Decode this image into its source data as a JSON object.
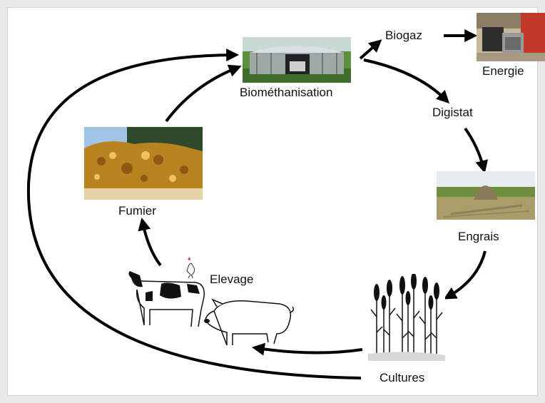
{
  "diagram": {
    "nodes": {
      "biomethanisation": "Biométhanisation",
      "biogaz": "Biogaz",
      "energie": "Energie",
      "digistat": "Digistat",
      "engrais": "Engrais",
      "cultures": "Cultures",
      "elevage": "Elevage",
      "fumier": "Fumier"
    },
    "pictures": {
      "biomethanisation": "biogas-digester-photo",
      "energie": "generator-equipment-photo",
      "engrais": "fertilizer-field-photo",
      "cultures": "crops-drawing",
      "elevage": "livestock-drawing",
      "fumier": "manure-pile-photo"
    }
  }
}
